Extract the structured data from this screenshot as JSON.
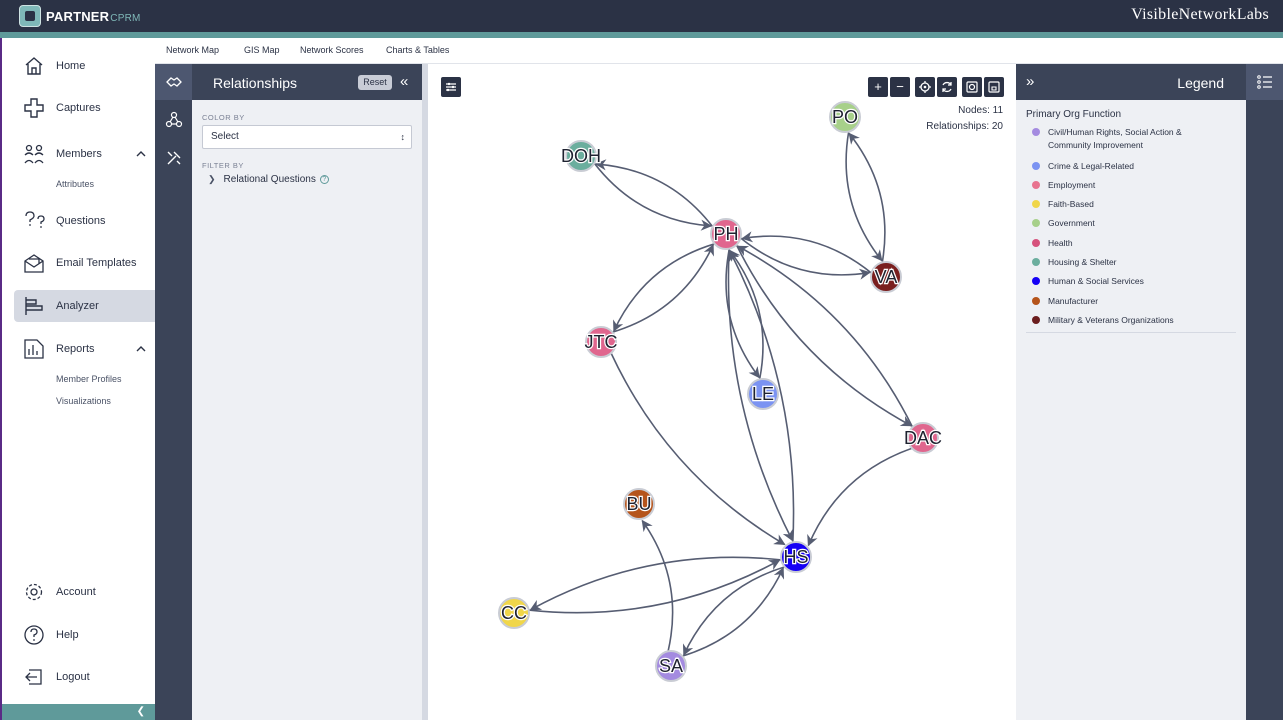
{
  "app": {
    "logo_text": "PARTNER",
    "logo_sub": "CPRM",
    "brand": "VisibleNetworkLabs"
  },
  "nav": {
    "items": [
      {
        "label": "Home",
        "icon": "home-icon"
      },
      {
        "label": "Captures",
        "icon": "captures-icon"
      },
      {
        "label": "Members",
        "icon": "members-icon"
      },
      {
        "label": "Questions",
        "icon": "questions-icon"
      },
      {
        "label": "Email Templates",
        "icon": "email-icon"
      },
      {
        "label": "Analyzer",
        "icon": "analyzer-icon",
        "active": true
      },
      {
        "label": "Reports",
        "icon": "reports-icon"
      }
    ],
    "members_sub": [
      "Attributes"
    ],
    "reports_sub": [
      "Member Profiles",
      "Visualizations"
    ],
    "bottom": [
      {
        "label": "Account",
        "icon": "gear-icon"
      },
      {
        "label": "Help",
        "icon": "help-icon"
      },
      {
        "label": "Logout",
        "icon": "logout-icon"
      }
    ]
  },
  "tabs": [
    "Network Map",
    "GIS Map",
    "Network Scores",
    "Charts & Tables"
  ],
  "relationships": {
    "title": "Relationships",
    "reset": "Reset",
    "color_by_label": "COLOR BY",
    "color_by_value": "Select",
    "filter_by_label": "FILTER BY",
    "filter_item": "Relational Questions"
  },
  "canvas": {
    "controls": [
      "+",
      "−",
      "target-icon",
      "refresh-icon",
      "camera-icon",
      "save-icon"
    ],
    "nodes_text": "Nodes: 11",
    "relationships_text": "Relationships: 20"
  },
  "network": {
    "nodes": [
      {
        "id": "PH",
        "label": "PH",
        "color": "#e0668e"
      },
      {
        "id": "DOH",
        "label": "DOH",
        "color": "#6bae9e"
      },
      {
        "id": "PO",
        "label": "PO",
        "color": "#a7d08a"
      },
      {
        "id": "VA",
        "label": "VA",
        "color": "#7a1f1f"
      },
      {
        "id": "JTC",
        "label": "JTC",
        "color": "#e0668e"
      },
      {
        "id": "LE",
        "label": "LE",
        "color": "#7b93f2"
      },
      {
        "id": "DAC",
        "label": "DAC",
        "color": "#e0668e"
      },
      {
        "id": "BU",
        "label": "BU",
        "color": "#b5541b"
      },
      {
        "id": "HS",
        "label": "HS",
        "color": "#1500f5"
      },
      {
        "id": "CC",
        "label": "CC",
        "color": "#f0d64a"
      },
      {
        "id": "SA",
        "label": "SA",
        "color": "#a48be0"
      }
    ],
    "edges": [
      [
        "DOH",
        "PH"
      ],
      [
        "PH",
        "DOH"
      ],
      [
        "PH",
        "VA"
      ],
      [
        "VA",
        "PH"
      ],
      [
        "PO",
        "VA"
      ],
      [
        "VA",
        "PO"
      ],
      [
        "JTC",
        "PH"
      ],
      [
        "PH",
        "JTC"
      ],
      [
        "LE",
        "PH"
      ],
      [
        "PH",
        "LE"
      ],
      [
        "PH",
        "DAC"
      ],
      [
        "DAC",
        "PH"
      ],
      [
        "PH",
        "HS"
      ],
      [
        "HS",
        "PH"
      ],
      [
        "JTC",
        "HS"
      ],
      [
        "DAC",
        "HS"
      ],
      [
        "HS",
        "CC"
      ],
      [
        "CC",
        "HS"
      ],
      [
        "HS",
        "SA"
      ],
      [
        "SA",
        "HS"
      ],
      [
        "SA",
        "BU"
      ]
    ]
  },
  "legend": {
    "title": "Legend",
    "section": "Primary Org Function",
    "items": [
      {
        "label": "Civil/Human Rights, Social Action & Community Improvement",
        "color": "#a48be0"
      },
      {
        "label": "Crime & Legal-Related",
        "color": "#7b93f2"
      },
      {
        "label": "Employment",
        "color": "#e8738f"
      },
      {
        "label": "Faith-Based",
        "color": "#f0d64a"
      },
      {
        "label": "Government",
        "color": "#a7d08a"
      },
      {
        "label": "Health",
        "color": "#d6527c"
      },
      {
        "label": "Housing & Shelter",
        "color": "#6bae9e"
      },
      {
        "label": "Human & Social Services",
        "color": "#1500f5"
      },
      {
        "label": "Manufacturer",
        "color": "#b5541b"
      },
      {
        "label": "Military & Veterans Organizations",
        "color": "#6b1e1e"
      }
    ]
  }
}
